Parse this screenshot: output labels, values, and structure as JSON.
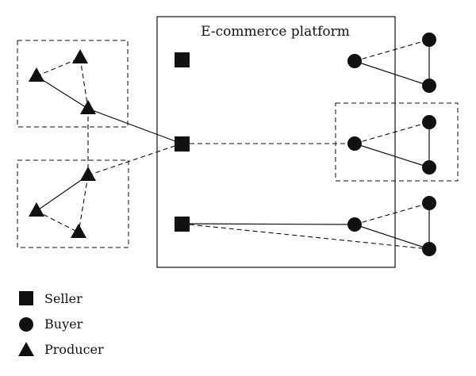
{
  "platform": {
    "title": "E-commerce platform"
  },
  "legend": {
    "seller": "Seller",
    "buyer": "Buyer",
    "producer": "Producer"
  },
  "node_types": {
    "seller": "square",
    "buyer": "circle",
    "producer": "triangle"
  },
  "colors": {
    "ink": "#111111",
    "background": "#ffffff"
  }
}
